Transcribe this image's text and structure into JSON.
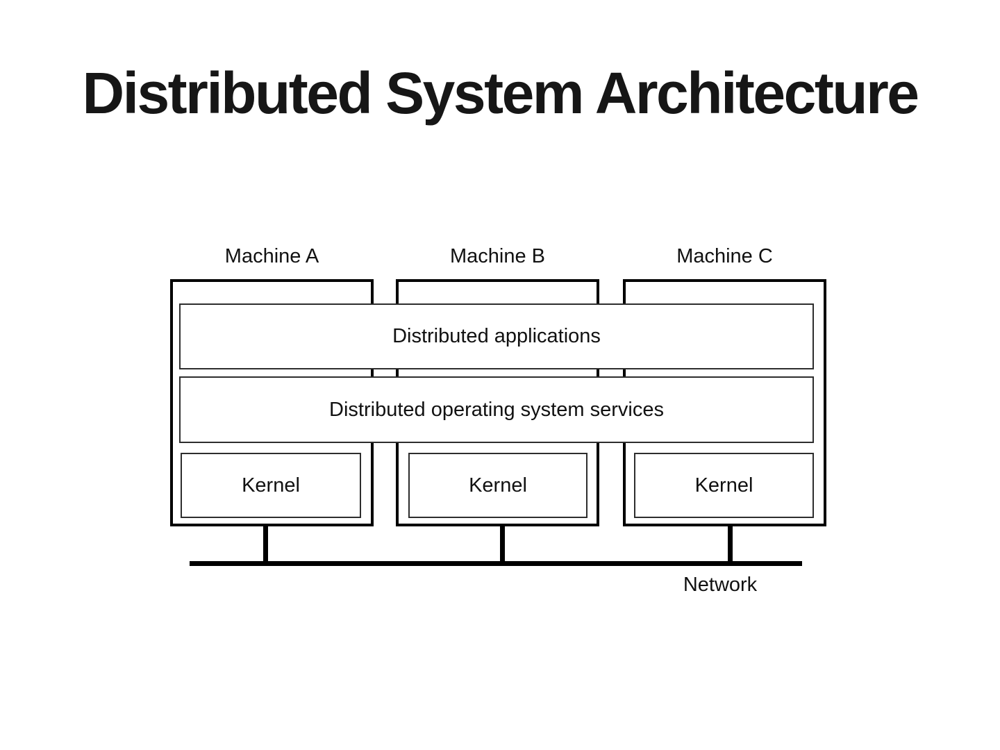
{
  "title": "Distributed System Architecture",
  "diagram": {
    "machines": [
      {
        "label": "Machine A",
        "kernel_label": "Kernel"
      },
      {
        "label": "Machine B",
        "kernel_label": "Kernel"
      },
      {
        "label": "Machine C",
        "kernel_label": "Kernel"
      }
    ],
    "layers": [
      {
        "label": "Distributed applications"
      },
      {
        "label": "Distributed operating system services"
      }
    ],
    "network_label": "Network",
    "colors": {
      "background": "#ffffff",
      "thick_border": "#000000",
      "thin_border": "#2d2d2d",
      "text": "#111111"
    }
  }
}
